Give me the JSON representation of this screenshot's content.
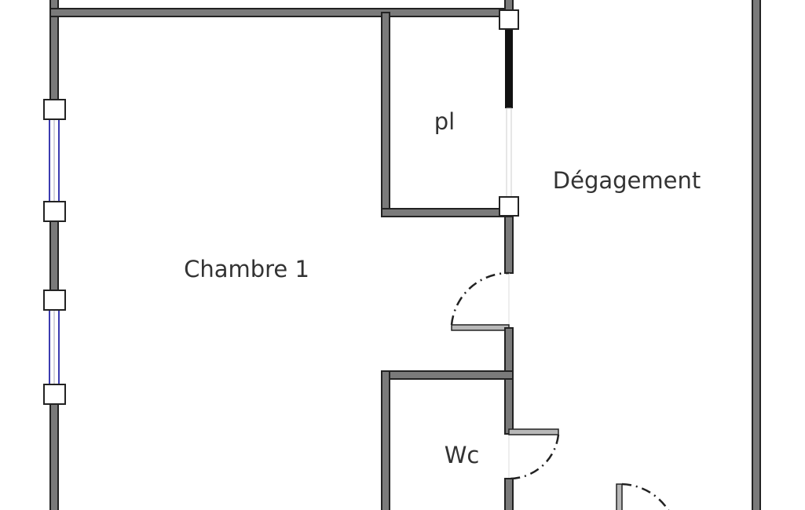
{
  "rooms": {
    "chambre": "Chambre 1",
    "placard": "pl",
    "degagement": "Dégagement",
    "wc": "Wc"
  },
  "colors": {
    "wall": "#7a7a7a",
    "window": "#3b3bb0",
    "text": "#333333"
  }
}
